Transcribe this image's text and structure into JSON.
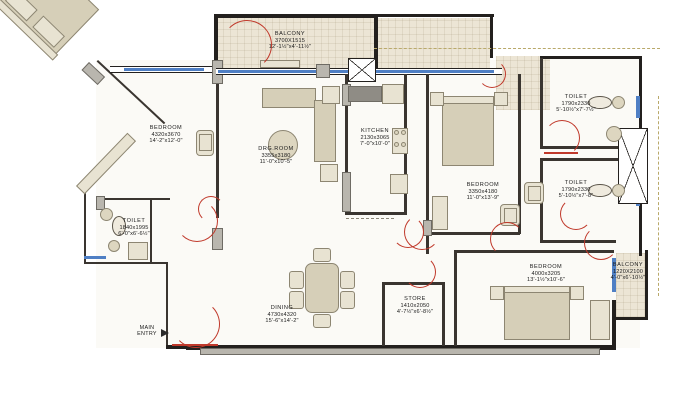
{
  "plan": {
    "entry": {
      "line1": "MAIN",
      "line2": "ENTRY",
      "icon": "arrow-right-icon"
    },
    "colors": {
      "wall": "#23201e",
      "window": "#4f7fc4",
      "door_swing": "#c0392b",
      "tile_fill": "#ece5d5",
      "furniture": "#d6cfb8",
      "floor": "#fbfaf6"
    },
    "rooms": [
      {
        "id": "balcony-top",
        "name": "BALCONY",
        "dim_mm": "3700X1515",
        "dim_ft": "12'-1½\"x4'-11½\""
      },
      {
        "id": "bedroom-left",
        "name": "BEDROOM",
        "dim_mm": "4320x3670",
        "dim_ft": "14'-2\"x12'-0\""
      },
      {
        "id": "drawing-room",
        "name": "DRG.ROOM",
        "dim_mm": "3355x3180",
        "dim_ft": "11'-0\"x10'-5\""
      },
      {
        "id": "kitchen",
        "name": "KITCHEN",
        "dim_mm": "2130x3065",
        "dim_ft": "7'-0\"x10'-0\""
      },
      {
        "id": "bedroom-center",
        "name": "BEDROOM",
        "dim_mm": "3350x4180",
        "dim_ft": "11'-0\"x13'-9\""
      },
      {
        "id": "bedroom-right",
        "name": "BEDROOM",
        "dim_mm": "4000x3205",
        "dim_ft": "13'-1½\"x10'-6\""
      },
      {
        "id": "toilet-left",
        "name": "TOILET",
        "dim_mm": "1840x1995",
        "dim_ft": "6'-0\"x6'-6½\""
      },
      {
        "id": "toilet-top-right",
        "name": "TOILET",
        "dim_mm": "1790x2330",
        "dim_ft": "5'-10½\"x7'-7½\""
      },
      {
        "id": "toilet-mid-right",
        "name": "TOILET",
        "dim_mm": "1790x2330",
        "dim_ft": "5'-10½\"x7'-8\""
      },
      {
        "id": "dining",
        "name": "DINING",
        "dim_mm": "4730x4320",
        "dim_ft": "15'-6\"x14'-2\""
      },
      {
        "id": "store",
        "name": "STORE",
        "dim_mm": "1410x2050",
        "dim_ft": "4'-7½\"x6'-8½\""
      },
      {
        "id": "balcony-right",
        "name": "BALCONY",
        "dim_mm": "1220X2100",
        "dim_ft": "4'-0\"x6'-10½\""
      }
    ]
  }
}
